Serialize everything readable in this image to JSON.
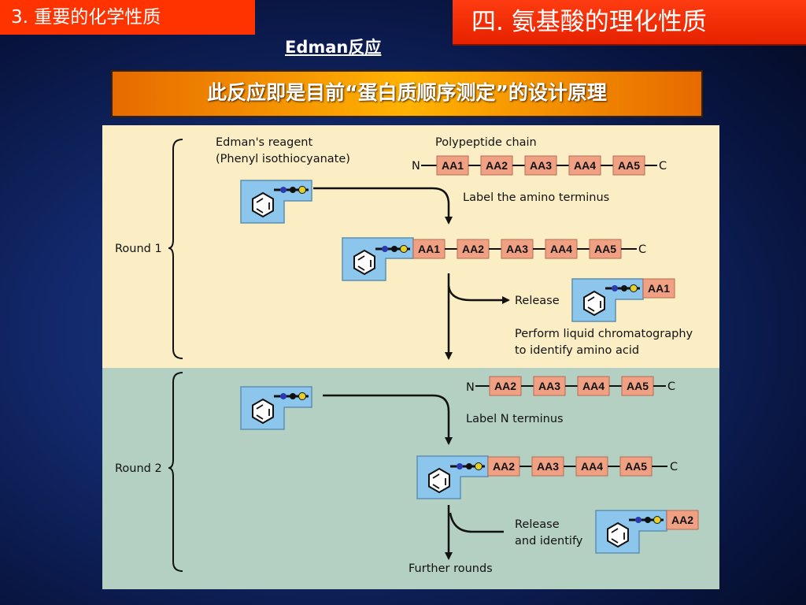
{
  "slide": {
    "section_tag": "3.  重要的化学性质",
    "chapter_tag": "四. 氨基酸的理化性质",
    "subtitle": "Edman反应",
    "banner": "此反应即是目前“蛋白质顺序测定”的设计原理"
  },
  "diagram": {
    "colors": {
      "round1_bg": "#fbeec5",
      "round2_bg": "#b3d0c3",
      "box": "#f0a184",
      "reagent": "#8cc6ec"
    },
    "reagent_label_1": "Edman's reagent",
    "reagent_label_2": "(Phenyl isothiocyanate)",
    "chain_label": "Polypeptide chain",
    "n_label": "N",
    "c_label": "C",
    "round1_label": "Round 1",
    "round2_label": "Round 2",
    "step_label_amino": "Label the amino terminus",
    "step_release": "Release",
    "step_lc_1": "Perform liquid chromatography",
    "step_lc_2": "to identify amino acid",
    "step_label_n": "Label N terminus",
    "step_release2_1": "Release",
    "step_release2_2": "and identify",
    "step_further": "Further rounds",
    "chain1": [
      "AA1",
      "AA2",
      "AA3",
      "AA4",
      "AA5"
    ],
    "chain2": [
      "AA2",
      "AA3",
      "AA4",
      "AA5"
    ],
    "released1": "AA1",
    "released2": "AA2"
  }
}
